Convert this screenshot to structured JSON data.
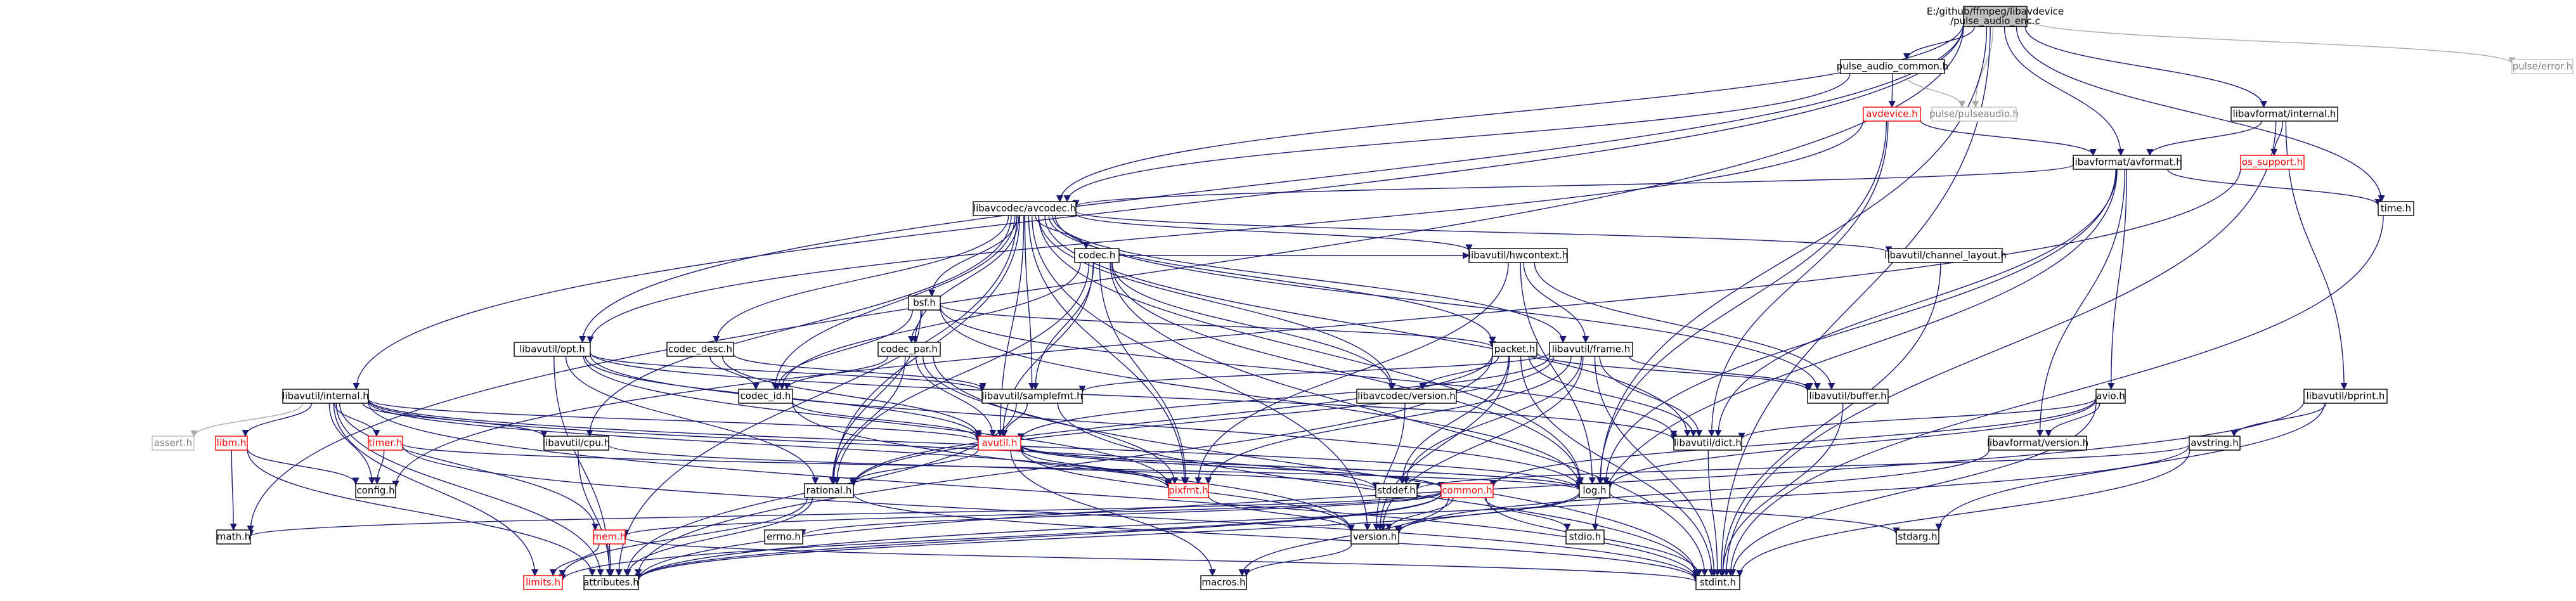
{
  "styles": {
    "default": {
      "fill": "#ffffff",
      "stroke": "#000000",
      "text": "#000000"
    },
    "root": {
      "fill": "#bfbfbf",
      "stroke": "#000000",
      "text": "#000000"
    },
    "linked-red": {
      "fill": "#ffffff",
      "stroke": "#ff0000",
      "text": "#ff0000"
    },
    "external": {
      "fill": "#ffffff",
      "stroke": "#bfbfbf",
      "text": "#7f7f7f"
    }
  },
  "edge_colors": {
    "include": "#191970",
    "external": "#a9a9a9"
  },
  "nodes": [
    {
      "id": "root",
      "lines": [
        "E:/github/ffmpeg/libavdevice",
        "/pulse_audio_enc.c"
      ],
      "style": "root"
    },
    {
      "id": "pulse_audio_common_h",
      "lines": [
        "pulse_audio_common.h"
      ],
      "style": "default"
    },
    {
      "id": "pulse_pulseaudio_h",
      "lines": [
        "pulse/pulseaudio.h"
      ],
      "style": "external"
    },
    {
      "id": "pulse_error_h",
      "lines": [
        "pulse/error.h"
      ],
      "style": "external"
    },
    {
      "id": "avdevice_h",
      "lines": [
        "avdevice.h"
      ],
      "style": "linked-red"
    },
    {
      "id": "libavformat_internal_h",
      "lines": [
        "libavformat/internal.h"
      ],
      "style": "default"
    },
    {
      "id": "os_support_h",
      "lines": [
        "os_support.h"
      ],
      "style": "linked-red"
    },
    {
      "id": "libavformat_avformat_h",
      "lines": [
        "libavformat/avformat.h"
      ],
      "style": "default"
    },
    {
      "id": "time_h",
      "lines": [
        "time.h"
      ],
      "style": "default"
    },
    {
      "id": "libavcodec_avcodec_h",
      "lines": [
        "libavcodec/avcodec.h"
      ],
      "style": "default"
    },
    {
      "id": "codec_h",
      "lines": [
        "codec.h"
      ],
      "style": "default"
    },
    {
      "id": "libavutil_channel_layout_h",
      "lines": [
        "libavutil/channel_layout.h"
      ],
      "style": "default"
    },
    {
      "id": "bsf_h",
      "lines": [
        "bsf.h"
      ],
      "style": "default"
    },
    {
      "id": "libavutil_hwcontext_h",
      "lines": [
        "libavutil/hwcontext.h"
      ],
      "style": "default"
    },
    {
      "id": "libavutil_opt_h",
      "lines": [
        "libavutil/opt.h"
      ],
      "style": "default"
    },
    {
      "id": "codec_desc_h",
      "lines": [
        "codec_desc.h"
      ],
      "style": "default"
    },
    {
      "id": "codec_par_h",
      "lines": [
        "codec_par.h"
      ],
      "style": "default"
    },
    {
      "id": "packet_h",
      "lines": [
        "packet.h"
      ],
      "style": "default"
    },
    {
      "id": "libavutil_frame_h",
      "lines": [
        "libavutil/frame.h"
      ],
      "style": "default"
    },
    {
      "id": "libavutil_bprint_h",
      "lines": [
        "libavutil/bprint.h"
      ],
      "style": "default"
    },
    {
      "id": "libavutil_internal_h",
      "lines": [
        "libavutil/internal.h"
      ],
      "style": "default"
    },
    {
      "id": "codec_id_h",
      "lines": [
        "codec_id.h"
      ],
      "style": "default"
    },
    {
      "id": "libavutil_samplefmt_h",
      "lines": [
        "libavutil/samplefmt.h"
      ],
      "style": "default"
    },
    {
      "id": "libavcodec_version_h",
      "lines": [
        "libavcodec/version.h"
      ],
      "style": "default"
    },
    {
      "id": "libavutil_buffer_h",
      "lines": [
        "libavutil/buffer.h"
      ],
      "style": "default"
    },
    {
      "id": "avio_h",
      "lines": [
        "avio.h"
      ],
      "style": "default"
    },
    {
      "id": "avstring_h",
      "lines": [
        "avstring.h"
      ],
      "style": "default"
    },
    {
      "id": "assert_h",
      "lines": [
        "assert.h"
      ],
      "style": "external"
    },
    {
      "id": "libm_h",
      "lines": [
        "libm.h"
      ],
      "style": "linked-red"
    },
    {
      "id": "timer_h",
      "lines": [
        "timer.h"
      ],
      "style": "linked-red"
    },
    {
      "id": "libavutil_cpu_h",
      "lines": [
        "libavutil/cpu.h"
      ],
      "style": "default"
    },
    {
      "id": "avutil_h",
      "lines": [
        "avutil.h"
      ],
      "style": "linked-red"
    },
    {
      "id": "libavutil_dict_h",
      "lines": [
        "libavutil/dict.h"
      ],
      "style": "default"
    },
    {
      "id": "libavformat_version_h",
      "lines": [
        "libavformat/version.h"
      ],
      "style": "default"
    },
    {
      "id": "config_h",
      "lines": [
        "config.h"
      ],
      "style": "default"
    },
    {
      "id": "rational_h",
      "lines": [
        "rational.h"
      ],
      "style": "default"
    },
    {
      "id": "pixfmt_h",
      "lines": [
        "pixfmt.h"
      ],
      "style": "linked-red"
    },
    {
      "id": "stddef_h",
      "lines": [
        "stddef.h"
      ],
      "style": "default"
    },
    {
      "id": "common_h",
      "lines": [
        "common.h"
      ],
      "style": "linked-red"
    },
    {
      "id": "log_h",
      "lines": [
        "log.h"
      ],
      "style": "default"
    },
    {
      "id": "math_h",
      "lines": [
        "math.h"
      ],
      "style": "default"
    },
    {
      "id": "errno_h",
      "lines": [
        "errno.h"
      ],
      "style": "default"
    },
    {
      "id": "mem_h",
      "lines": [
        "mem.h"
      ],
      "style": "linked-red"
    },
    {
      "id": "version_h",
      "lines": [
        "version.h"
      ],
      "style": "default"
    },
    {
      "id": "stdio_h",
      "lines": [
        "stdio.h"
      ],
      "style": "default"
    },
    {
      "id": "stdarg_h",
      "lines": [
        "stdarg.h"
      ],
      "style": "default"
    },
    {
      "id": "limits_h",
      "lines": [
        "limits.h"
      ],
      "style": "linked-red"
    },
    {
      "id": "attributes_h",
      "lines": [
        "attributes.h"
      ],
      "style": "default"
    },
    {
      "id": "macros_h",
      "lines": [
        "macros.h"
      ],
      "style": "default"
    },
    {
      "id": "stdint_h",
      "lines": [
        "stdint.h"
      ],
      "style": "default"
    }
  ],
  "edges": [
    {
      "from": "root",
      "to": "pulse_audio_common_h"
    },
    {
      "from": "root",
      "to": "pulse_pulseaudio_h",
      "kind": "external"
    },
    {
      "from": "root",
      "to": "pulse_error_h",
      "kind": "external"
    },
    {
      "from": "root",
      "to": "libavformat_internal_h"
    },
    {
      "from": "root",
      "to": "libavformat_avformat_h"
    },
    {
      "from": "root",
      "to": "time_h"
    },
    {
      "from": "root",
      "to": "libavcodec_avcodec_h"
    },
    {
      "from": "root",
      "to": "libavutil_opt_h"
    },
    {
      "from": "root",
      "to": "libavutil_internal_h"
    },
    {
      "from": "root",
      "to": "log_h"
    },
    {
      "from": "root",
      "to": "math_h"
    },
    {
      "from": "root",
      "to": "stdint_h"
    },
    {
      "from": "pulse_audio_common_h",
      "to": "pulse_pulseaudio_h",
      "kind": "external"
    },
    {
      "from": "pulse_audio_common_h",
      "to": "avdevice_h"
    },
    {
      "from": "pulse_audio_common_h",
      "to": "libavcodec_avcodec_h"
    },
    {
      "from": "avdevice_h",
      "to": "libavformat_avformat_h"
    },
    {
      "from": "avdevice_h",
      "to": "libavutil_opt_h"
    },
    {
      "from": "avdevice_h",
      "to": "libavutil_dict_h"
    },
    {
      "from": "avdevice_h",
      "to": "log_h"
    },
    {
      "from": "libavformat_internal_h",
      "to": "os_support_h"
    },
    {
      "from": "libavformat_internal_h",
      "to": "libavformat_avformat_h"
    },
    {
      "from": "libavformat_internal_h",
      "to": "libavutil_bprint_h"
    },
    {
      "from": "libavformat_internal_h",
      "to": "stdint_h"
    },
    {
      "from": "os_support_h",
      "to": "config_h"
    },
    {
      "from": "libavformat_avformat_h",
      "to": "time_h"
    },
    {
      "from": "libavformat_avformat_h",
      "to": "libavcodec_avcodec_h"
    },
    {
      "from": "libavformat_avformat_h",
      "to": "avio_h"
    },
    {
      "from": "libavformat_avformat_h",
      "to": "libavformat_version_h"
    },
    {
      "from": "libavformat_avformat_h",
      "to": "libavutil_dict_h"
    },
    {
      "from": "libavformat_avformat_h",
      "to": "log_h"
    },
    {
      "from": "libavformat_avformat_h",
      "to": "stdio_h"
    },
    {
      "from": "time_h",
      "to": "stdint_h"
    },
    {
      "from": "libavcodec_avcodec_h",
      "to": "codec_h"
    },
    {
      "from": "libavcodec_avcodec_h",
      "to": "bsf_h"
    },
    {
      "from": "libavcodec_avcodec_h",
      "to": "codec_desc_h"
    },
    {
      "from": "libavcodec_avcodec_h",
      "to": "codec_par_h"
    },
    {
      "from": "libavcodec_avcodec_h",
      "to": "packet_h"
    },
    {
      "from": "libavcodec_avcodec_h",
      "to": "libavutil_channel_layout_h"
    },
    {
      "from": "libavcodec_avcodec_h",
      "to": "libavutil_hwcontext_h"
    },
    {
      "from": "libavcodec_avcodec_h",
      "to": "libavutil_frame_h"
    },
    {
      "from": "libavcodec_avcodec_h",
      "to": "libavutil_samplefmt_h"
    },
    {
      "from": "libavcodec_avcodec_h",
      "to": "libavcodec_version_h"
    },
    {
      "from": "libavcodec_avcodec_h",
      "to": "libavutil_buffer_h"
    },
    {
      "from": "libavcodec_avcodec_h",
      "to": "libavutil_cpu_h"
    },
    {
      "from": "libavcodec_avcodec_h",
      "to": "codec_id_h"
    },
    {
      "from": "libavcodec_avcodec_h",
      "to": "avutil_h"
    },
    {
      "from": "libavcodec_avcodec_h",
      "to": "libavutil_dict_h"
    },
    {
      "from": "libavcodec_avcodec_h",
      "to": "rational_h"
    },
    {
      "from": "libavcodec_avcodec_h",
      "to": "pixfmt_h"
    },
    {
      "from": "libavcodec_avcodec_h",
      "to": "log_h"
    },
    {
      "from": "libavcodec_avcodec_h",
      "to": "attributes_h"
    },
    {
      "from": "libavcodec_avcodec_h",
      "to": "version_h"
    },
    {
      "from": "codec_h",
      "to": "libavutil_hwcontext_h"
    },
    {
      "from": "codec_h",
      "to": "libavutil_samplefmt_h"
    },
    {
      "from": "codec_h",
      "to": "codec_id_h"
    },
    {
      "from": "codec_h",
      "to": "avutil_h"
    },
    {
      "from": "codec_h",
      "to": "rational_h"
    },
    {
      "from": "codec_h",
      "to": "pixfmt_h"
    },
    {
      "from": "codec_h",
      "to": "log_h"
    },
    {
      "from": "codec_h",
      "to": "libavcodec_version_h"
    },
    {
      "from": "codec_h",
      "to": "stdint_h"
    },
    {
      "from": "libavutil_channel_layout_h",
      "to": "stdint_h"
    },
    {
      "from": "bsf_h",
      "to": "codec_id_h"
    },
    {
      "from": "bsf_h",
      "to": "codec_par_h"
    },
    {
      "from": "bsf_h",
      "to": "packet_h"
    },
    {
      "from": "bsf_h",
      "to": "libavutil_dict_h"
    },
    {
      "from": "bsf_h",
      "to": "log_h"
    },
    {
      "from": "bsf_h",
      "to": "rational_h"
    },
    {
      "from": "libavutil_hwcontext_h",
      "to": "libavutil_buffer_h"
    },
    {
      "from": "libavutil_hwcontext_h",
      "to": "libavutil_frame_h"
    },
    {
      "from": "libavutil_hwcontext_h",
      "to": "log_h"
    },
    {
      "from": "libavutil_hwcontext_h",
      "to": "pixfmt_h"
    },
    {
      "from": "libavutil_opt_h",
      "to": "libavutil_samplefmt_h"
    },
    {
      "from": "libavutil_opt_h",
      "to": "rational_h"
    },
    {
      "from": "libavutil_opt_h",
      "to": "avutil_h"
    },
    {
      "from": "libavutil_opt_h",
      "to": "libavutil_dict_h"
    },
    {
      "from": "libavutil_opt_h",
      "to": "log_h"
    },
    {
      "from": "libavutil_opt_h",
      "to": "pixfmt_h"
    },
    {
      "from": "libavutil_opt_h",
      "to": "attributes_h"
    },
    {
      "from": "codec_desc_h",
      "to": "codec_id_h"
    },
    {
      "from": "codec_desc_h",
      "to": "libavutil_samplefmt_h"
    },
    {
      "from": "codec_desc_h",
      "to": "avutil_h"
    },
    {
      "from": "codec_par_h",
      "to": "codec_id_h"
    },
    {
      "from": "codec_par_h",
      "to": "avutil_h"
    },
    {
      "from": "codec_par_h",
      "to": "rational_h"
    },
    {
      "from": "codec_par_h",
      "to": "pixfmt_h"
    },
    {
      "from": "codec_par_h",
      "to": "stdint_h"
    },
    {
      "from": "packet_h",
      "to": "libavutil_buffer_h"
    },
    {
      "from": "packet_h",
      "to": "libavutil_dict_h"
    },
    {
      "from": "packet_h",
      "to": "attributes_h"
    },
    {
      "from": "packet_h",
      "to": "rational_h"
    },
    {
      "from": "packet_h",
      "to": "version_h"
    },
    {
      "from": "packet_h",
      "to": "stddef_h"
    },
    {
      "from": "packet_h",
      "to": "libavcodec_version_h"
    },
    {
      "from": "packet_h",
      "to": "stdint_h"
    },
    {
      "from": "libavutil_frame_h",
      "to": "avutil_h"
    },
    {
      "from": "libavutil_frame_h",
      "to": "libavutil_buffer_h"
    },
    {
      "from": "libavutil_frame_h",
      "to": "libavutil_dict_h"
    },
    {
      "from": "libavutil_frame_h",
      "to": "rational_h"
    },
    {
      "from": "libavutil_frame_h",
      "to": "libavutil_samplefmt_h"
    },
    {
      "from": "libavutil_frame_h",
      "to": "pixfmt_h"
    },
    {
      "from": "libavutil_frame_h",
      "to": "version_h"
    },
    {
      "from": "libavutil_frame_h",
      "to": "stddef_h"
    },
    {
      "from": "libavutil_frame_h",
      "to": "stdint_h"
    },
    {
      "from": "libavutil_bprint_h",
      "to": "avstring_h"
    },
    {
      "from": "libavutil_bprint_h",
      "to": "attributes_h"
    },
    {
      "from": "libavutil_bprint_h",
      "to": "stdarg_h"
    },
    {
      "from": "libavutil_internal_h",
      "to": "assert_h",
      "kind": "external"
    },
    {
      "from": "libavutil_internal_h",
      "to": "libm_h"
    },
    {
      "from": "libavutil_internal_h",
      "to": "timer_h"
    },
    {
      "from": "libavutil_internal_h",
      "to": "libavutil_cpu_h"
    },
    {
      "from": "libavutil_internal_h",
      "to": "config_h"
    },
    {
      "from": "libavutil_internal_h",
      "to": "avutil_h"
    },
    {
      "from": "libavutil_internal_h",
      "to": "log_h"
    },
    {
      "from": "libavutil_internal_h",
      "to": "pixfmt_h"
    },
    {
      "from": "libavutil_internal_h",
      "to": "stddef_h"
    },
    {
      "from": "libavutil_internal_h",
      "to": "attributes_h"
    },
    {
      "from": "libavutil_internal_h",
      "to": "limits_h"
    },
    {
      "from": "libavutil_internal_h",
      "to": "stdint_h"
    },
    {
      "from": "libavutil_internal_h",
      "to": "dict_dummy"
    },
    {
      "from": "libavutil_internal_h",
      "to": "mem_h"
    },
    {
      "from": "libm_h",
      "to": "config_h"
    },
    {
      "from": "libm_h",
      "to": "math_h"
    },
    {
      "from": "libm_h",
      "to": "attributes_h"
    },
    {
      "from": "timer_h",
      "to": "config_h"
    },
    {
      "from": "timer_h",
      "to": "log_h"
    },
    {
      "from": "timer_h",
      "to": "stdint_h"
    },
    {
      "from": "libavutil_cpu_h",
      "to": "attributes_h"
    },
    {
      "from": "libavutil_cpu_h",
      "to": "stddef_h"
    },
    {
      "from": "codec_id_h",
      "to": "avutil_h"
    },
    {
      "from": "codec_id_h",
      "to": "version_h"
    },
    {
      "from": "libavutil_samplefmt_h",
      "to": "avutil_h"
    },
    {
      "from": "libavutil_samplefmt_h",
      "to": "attributes_h"
    },
    {
      "from": "libavutil_samplefmt_h",
      "to": "stdint_h"
    },
    {
      "from": "libavcodec_version_h",
      "to": "version_h"
    },
    {
      "from": "libavutil_buffer_h",
      "to": "stdint_h"
    },
    {
      "from": "avio_h",
      "to": "libavutil_dict_h"
    },
    {
      "from": "avio_h",
      "to": "log_h"
    },
    {
      "from": "avio_h",
      "to": "libavformat_version_h"
    },
    {
      "from": "avio_h",
      "to": "common_h"
    },
    {
      "from": "avio_h",
      "to": "stdint_h"
    },
    {
      "from": "avstring_h",
      "to": "stddef_h"
    },
    {
      "from": "avstring_h",
      "to": "attributes_h"
    },
    {
      "from": "avstring_h",
      "to": "stdint_h"
    },
    {
      "from": "libavutil_dict_h",
      "to": "stdint_h"
    },
    {
      "from": "libavformat_version_h",
      "to": "version_h"
    },
    {
      "from": "avutil_h",
      "to": "common_h"
    },
    {
      "from": "avutil_h",
      "to": "rational_h"
    },
    {
      "from": "avutil_h",
      "to": "version_h"
    },
    {
      "from": "avutil_h",
      "to": "macros_h"
    },
    {
      "from": "avutil_h",
      "to": "pixfmt_h"
    },
    {
      "from": "avutil_h",
      "to": "log_h"
    },
    {
      "from": "rational_h",
      "to": "attributes_h"
    },
    {
      "from": "rational_h",
      "to": "limits_h"
    },
    {
      "from": "rational_h",
      "to": "stdint_h"
    },
    {
      "from": "pixfmt_h",
      "to": "version_h"
    },
    {
      "from": "common_h",
      "to": "attributes_h"
    },
    {
      "from": "common_h",
      "to": "macros_h"
    },
    {
      "from": "common_h",
      "to": "version_h"
    },
    {
      "from": "common_h",
      "to": "errno_h"
    },
    {
      "from": "common_h",
      "to": "math_h"
    },
    {
      "from": "common_h",
      "to": "mem_h"
    },
    {
      "from": "common_h",
      "to": "stdio_h"
    },
    {
      "from": "common_h",
      "to": "limits_h"
    },
    {
      "from": "common_h",
      "to": "stdint_h"
    },
    {
      "from": "common_h",
      "to": "avutil_h"
    },
    {
      "from": "log_h",
      "to": "attributes_h"
    },
    {
      "from": "log_h",
      "to": "stdarg_h"
    },
    {
      "from": "log_h",
      "to": "version_h"
    },
    {
      "from": "log_h",
      "to": "avutil_h"
    },
    {
      "from": "mem_h",
      "to": "attributes_h"
    },
    {
      "from": "mem_h",
      "to": "limits_h"
    },
    {
      "from": "mem_h",
      "to": "stdint_h"
    },
    {
      "from": "version_h",
      "to": "macros_h"
    }
  ]
}
